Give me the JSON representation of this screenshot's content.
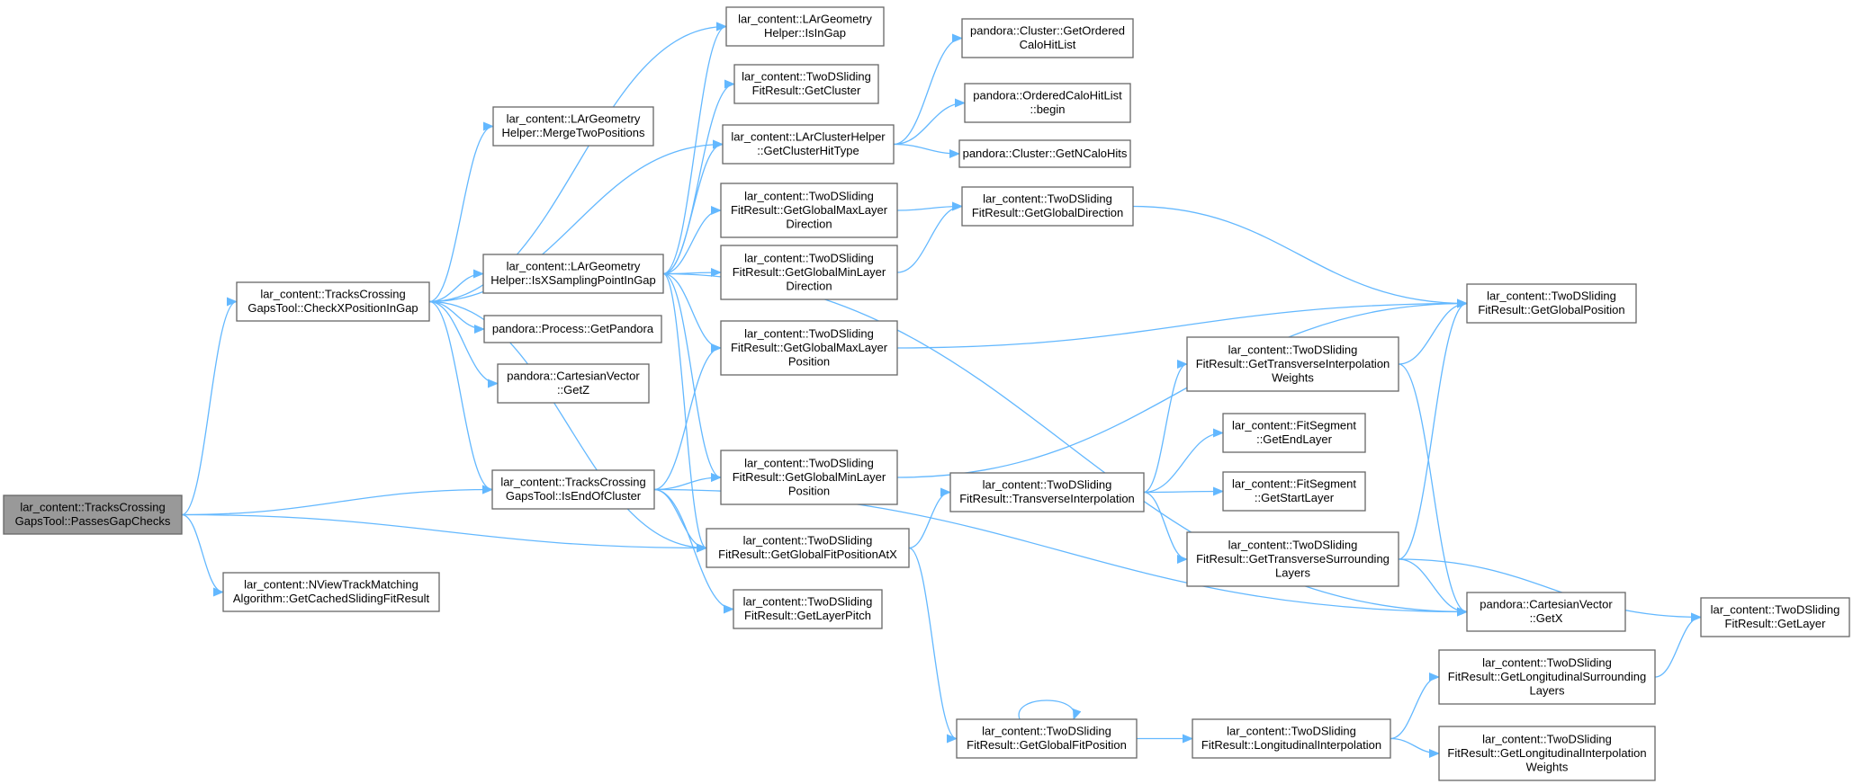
{
  "diagram": {
    "type": "call-graph",
    "colors": {
      "edge": "#63b8ff",
      "node_border": "#666666",
      "root_fill": "#999999",
      "background": "#ffffff"
    },
    "nodes": [
      {
        "id": "root",
        "lines": [
          "lar_content::TracksCrossing",
          "GapsTool::PassesGapChecks"
        ],
        "root": true
      },
      {
        "id": "checkx",
        "lines": [
          "lar_content::TracksCrossing",
          "GapsTool::CheckXPositionInGap"
        ]
      },
      {
        "id": "getcached",
        "lines": [
          "lar_content::NViewTrackMatching",
          "Algorithm::GetCachedSlidingFitResult"
        ]
      },
      {
        "id": "merge",
        "lines": [
          "lar_content::LArGeometry",
          "Helper::MergeTwoPositions"
        ]
      },
      {
        "id": "issampling",
        "lines": [
          "lar_content::LArGeometry",
          "Helper::IsXSamplingPointInGap"
        ]
      },
      {
        "id": "getpandora",
        "lines": [
          "pandora::Process::GetPandora"
        ]
      },
      {
        "id": "getz",
        "lines": [
          "pandora::CartesianVector",
          "::GetZ"
        ]
      },
      {
        "id": "isend",
        "lines": [
          "lar_content::TracksCrossing",
          "GapsTool::IsEndOfCluster"
        ]
      },
      {
        "id": "isingap",
        "lines": [
          "lar_content::LArGeometry",
          "Helper::IsInGap"
        ]
      },
      {
        "id": "getcluster",
        "lines": [
          "lar_content::TwoDSliding",
          "FitResult::GetCluster"
        ]
      },
      {
        "id": "getclusterhittype",
        "lines": [
          "lar_content::LArClusterHelper",
          "::GetClusterHitType"
        ]
      },
      {
        "id": "gmaxdir",
        "lines": [
          "lar_content::TwoDSliding",
          "FitResult::GetGlobalMaxLayer",
          "Direction"
        ]
      },
      {
        "id": "gmindir",
        "lines": [
          "lar_content::TwoDSliding",
          "FitResult::GetGlobalMinLayer",
          "Direction"
        ]
      },
      {
        "id": "gmaxpos",
        "lines": [
          "lar_content::TwoDSliding",
          "FitResult::GetGlobalMaxLayer",
          "Position"
        ]
      },
      {
        "id": "gminpos",
        "lines": [
          "lar_content::TwoDSliding",
          "FitResult::GetGlobalMinLayer",
          "Position"
        ]
      },
      {
        "id": "gfitatx",
        "lines": [
          "lar_content::TwoDSliding",
          "FitResult::GetGlobalFitPositionAtX"
        ]
      },
      {
        "id": "layerpitch",
        "lines": [
          "lar_content::TwoDSliding",
          "FitResult::GetLayerPitch"
        ]
      },
      {
        "id": "orderedcalo",
        "lines": [
          "pandora::Cluster::GetOrdered",
          "CaloHitList"
        ]
      },
      {
        "id": "ochlbegin",
        "lines": [
          "pandora::OrderedCaloHitList",
          "::begin"
        ]
      },
      {
        "id": "ncalohits",
        "lines": [
          "pandora::Cluster::GetNCaloHits"
        ]
      },
      {
        "id": "gdirection",
        "lines": [
          "lar_content::TwoDSliding",
          "FitResult::GetGlobalDirection"
        ]
      },
      {
        "id": "transinterp",
        "lines": [
          "lar_content::TwoDSliding",
          "FitResult::TransverseInterpolation"
        ]
      },
      {
        "id": "gfitpos",
        "lines": [
          "lar_content::TwoDSliding",
          "FitResult::GetGlobalFitPosition"
        ]
      },
      {
        "id": "transweights",
        "lines": [
          "lar_content::TwoDSliding",
          "FitResult::GetTransverseInterpolation",
          "Weights"
        ]
      },
      {
        "id": "endlayer",
        "lines": [
          "lar_content::FitSegment",
          "::GetEndLayer"
        ]
      },
      {
        "id": "startlayer",
        "lines": [
          "lar_content::FitSegment",
          "::GetStartLayer"
        ]
      },
      {
        "id": "transsurround",
        "lines": [
          "lar_content::TwoDSliding",
          "FitResult::GetTransverseSurrounding",
          "Layers"
        ]
      },
      {
        "id": "longinterp",
        "lines": [
          "lar_content::TwoDSliding",
          "FitResult::LongitudinalInterpolation"
        ]
      },
      {
        "id": "gposition",
        "lines": [
          "lar_content::TwoDSliding",
          "FitResult::GetGlobalPosition"
        ]
      },
      {
        "id": "getx",
        "lines": [
          "pandora::CartesianVector",
          "::GetX"
        ]
      },
      {
        "id": "longsurround",
        "lines": [
          "lar_content::TwoDSliding",
          "FitResult::GetLongitudinalSurrounding",
          "Layers"
        ]
      },
      {
        "id": "longweights",
        "lines": [
          "lar_content::TwoDSliding",
          "FitResult::GetLongitudinalInterpolation",
          "Weights"
        ]
      },
      {
        "id": "getlayer",
        "lines": [
          "lar_content::TwoDSliding",
          "FitResult::GetLayer"
        ]
      }
    ],
    "edges": [
      [
        "root",
        "checkx"
      ],
      [
        "root",
        "isend"
      ],
      [
        "root",
        "gfitatx"
      ],
      [
        "root",
        "getcached"
      ],
      [
        "checkx",
        "isingap"
      ],
      [
        "checkx",
        "merge"
      ],
      [
        "checkx",
        "getclusterhittype"
      ],
      [
        "checkx",
        "issampling"
      ],
      [
        "checkx",
        "getpandora"
      ],
      [
        "checkx",
        "getz"
      ],
      [
        "checkx",
        "isend"
      ],
      [
        "checkx",
        "gfitatx"
      ],
      [
        "issampling",
        "isingap"
      ],
      [
        "issampling",
        "getcluster"
      ],
      [
        "issampling",
        "getclusterhittype"
      ],
      [
        "issampling",
        "gmaxdir"
      ],
      [
        "issampling",
        "gmindir"
      ],
      [
        "issampling",
        "gmaxpos"
      ],
      [
        "issampling",
        "gminpos"
      ],
      [
        "issampling",
        "gfitatx"
      ],
      [
        "issampling",
        "getx"
      ],
      [
        "isend",
        "gmaxpos"
      ],
      [
        "isend",
        "gminpos"
      ],
      [
        "isend",
        "gfitatx"
      ],
      [
        "isend",
        "layerpitch"
      ],
      [
        "isend",
        "getx"
      ],
      [
        "getclusterhittype",
        "orderedcalo"
      ],
      [
        "getclusterhittype",
        "ochlbegin"
      ],
      [
        "getclusterhittype",
        "ncalohits"
      ],
      [
        "gmaxdir",
        "gdirection"
      ],
      [
        "gmindir",
        "gdirection"
      ],
      [
        "gmaxpos",
        "gposition"
      ],
      [
        "gminpos",
        "gposition"
      ],
      [
        "gfitatx",
        "transinterp"
      ],
      [
        "gfitatx",
        "gfitpos"
      ],
      [
        "gdirection",
        "gposition"
      ],
      [
        "transinterp",
        "transweights"
      ],
      [
        "transinterp",
        "endlayer"
      ],
      [
        "transinterp",
        "startlayer"
      ],
      [
        "transinterp",
        "transsurround"
      ],
      [
        "gfitpos",
        "gfitpos"
      ],
      [
        "gfitpos",
        "longinterp"
      ],
      [
        "transweights",
        "gposition"
      ],
      [
        "transweights",
        "getx"
      ],
      [
        "transsurround",
        "gposition"
      ],
      [
        "transsurround",
        "getx"
      ],
      [
        "transsurround",
        "getlayer"
      ],
      [
        "longinterp",
        "longsurround"
      ],
      [
        "longinterp",
        "longweights"
      ],
      [
        "longsurround",
        "getlayer"
      ]
    ]
  }
}
